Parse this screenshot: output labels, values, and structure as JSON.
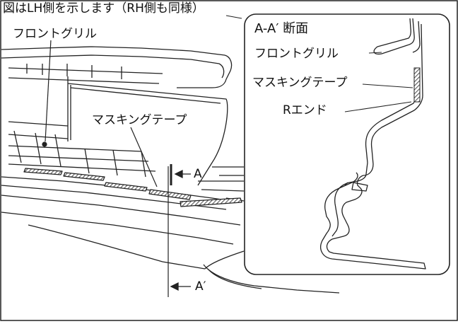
{
  "note": "図はLH側を示します（RH側も同様）",
  "labels": {
    "grille": "フロントグリル",
    "masking_tape": "マスキングテープ",
    "section_a": "A",
    "section_a_prime": "A′"
  },
  "inset": {
    "title": "A-A′ 断面",
    "grille": "フロントグリル",
    "masking_tape": "マスキングテープ",
    "r_end": "Rエンド"
  }
}
